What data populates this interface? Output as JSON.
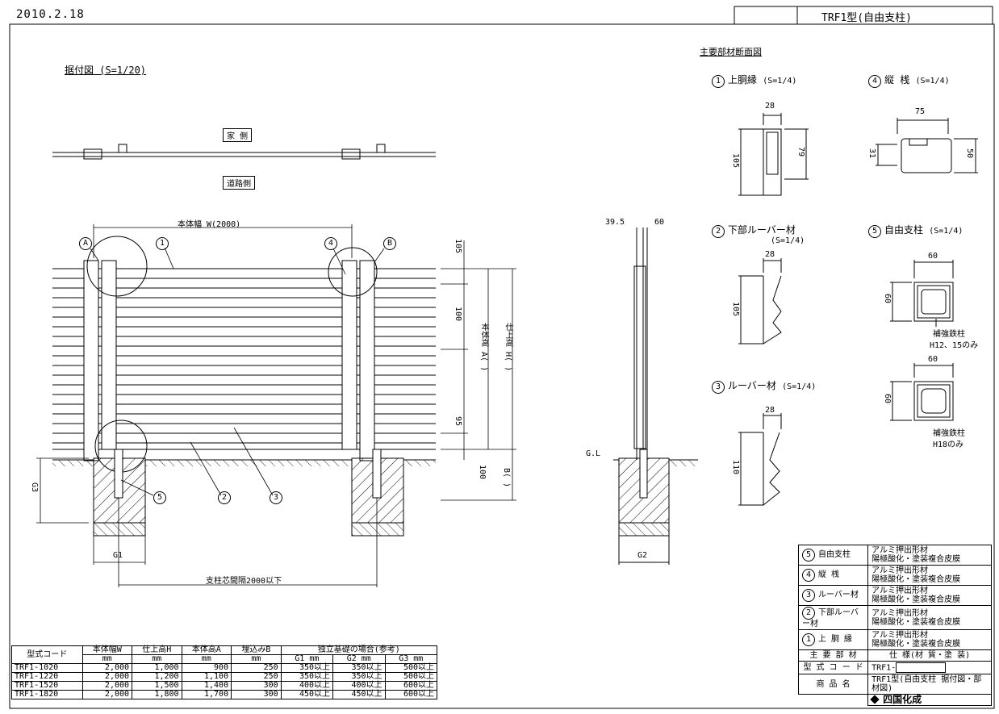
{
  "header": {
    "date": "2010.2.18",
    "title": "TRF1型(自由支柱)"
  },
  "main_view": {
    "title": "据付図 (S=1/20)",
    "house_side": "家 側",
    "road_side": "道路側",
    "width_label": "本体幅 W(2000)",
    "dim_105": "105",
    "dim_100_top": "100",
    "dim_95": "95",
    "dim_100_bottom": "100",
    "height_a": "本体高 A( )",
    "height_h": "仕上高 H( )",
    "burial_b": "B( )",
    "g1": "G1",
    "g3": "G3",
    "post_spacing": "支柱芯間隔2000以下",
    "callouts": [
      "A",
      "1",
      "4",
      "B",
      "5",
      "2",
      "3"
    ]
  },
  "side_view": {
    "dim_39_5": "39.5",
    "dim_60": "60",
    "gl": "G.L",
    "g2": "G2"
  },
  "sections": {
    "title": "主要部材断面図",
    "items": [
      {
        "no": "1",
        "name": "上胴縁",
        "scale": "(S=1/4)",
        "dims": [
          "28",
          "105",
          "79"
        ]
      },
      {
        "no": "4",
        "name": "縦 桟",
        "scale": "(S=1/4)",
        "dims": [
          "75",
          "31",
          "50"
        ]
      },
      {
        "no": "2",
        "name": "下部ルーバー材",
        "scale": "(S=1/4)",
        "dims": [
          "28",
          "105"
        ]
      },
      {
        "no": "5",
        "name": "自由支柱",
        "scale": "(S=1/4)",
        "dims": [
          "60",
          "60"
        ],
        "note": "補強鉄柱",
        "note2": "H12、15のみ"
      },
      {
        "no": "3",
        "name": "ルーバー材",
        "scale": "(S=1/4)",
        "dims": [
          "28",
          "110"
        ]
      },
      {
        "no": "5b",
        "dims": [
          "60",
          "60"
        ],
        "note": "補強鉄柱",
        "note2": "H18のみ"
      }
    ]
  },
  "spec_table": {
    "headers": [
      "型式コード",
      "本体幅W",
      "仕上高H",
      "本体高A",
      "埋込みB",
      "独立基礎の場合(参考)"
    ],
    "units": [
      "mm",
      "mm",
      "mm",
      "mm",
      "G1 mm",
      "G2 mm",
      "G3 mm"
    ],
    "rows": [
      [
        "TRF1-1020",
        "2,000",
        "1,000",
        "900",
        "250",
        "350以上",
        "350以上",
        "500以上"
      ],
      [
        "TRF1-1220",
        "2,000",
        "1,200",
        "1,100",
        "250",
        "350以上",
        "350以上",
        "500以上"
      ],
      [
        "TRF1-1520",
        "2,000",
        "1,500",
        "1,400",
        "300",
        "400以上",
        "400以上",
        "600以上"
      ],
      [
        "TRF1-1820",
        "2,000",
        "1,800",
        "1,700",
        "300",
        "450以上",
        "450以上",
        "600以上"
      ]
    ]
  },
  "parts_table": {
    "rows": [
      {
        "no": "5",
        "name": "自由支柱",
        "spec1": "アルミ押出形材",
        "spec2": "陽極酸化・塗装複合皮膜"
      },
      {
        "no": "4",
        "name": "縦 桟",
        "spec1": "アルミ押出形材",
        "spec2": "陽極酸化・塗装複合皮膜"
      },
      {
        "no": "3",
        "name": "ルーバー材",
        "spec1": "アルミ押出形材",
        "spec2": "陽極酸化・塗装複合皮膜"
      },
      {
        "no": "2",
        "name": "下部ルーバー材",
        "spec1": "アルミ押出形材",
        "spec2": "陽極酸化・塗装複合皮膜"
      },
      {
        "no": "1",
        "name": "上 胴 縁",
        "spec1": "アルミ押出形材",
        "spec2": "陽極酸化・塗装複合皮膜"
      }
    ],
    "header_left": "主 要 部 材",
    "header_right": "仕 様(材 質・塗 装)",
    "code_label": "型 式 コ ー ド",
    "code_value": "TRF1-",
    "product_label": "商 品 名",
    "product_value": "TRF1型(自由支柱 据付図・部材図)",
    "company": "四国化成"
  }
}
